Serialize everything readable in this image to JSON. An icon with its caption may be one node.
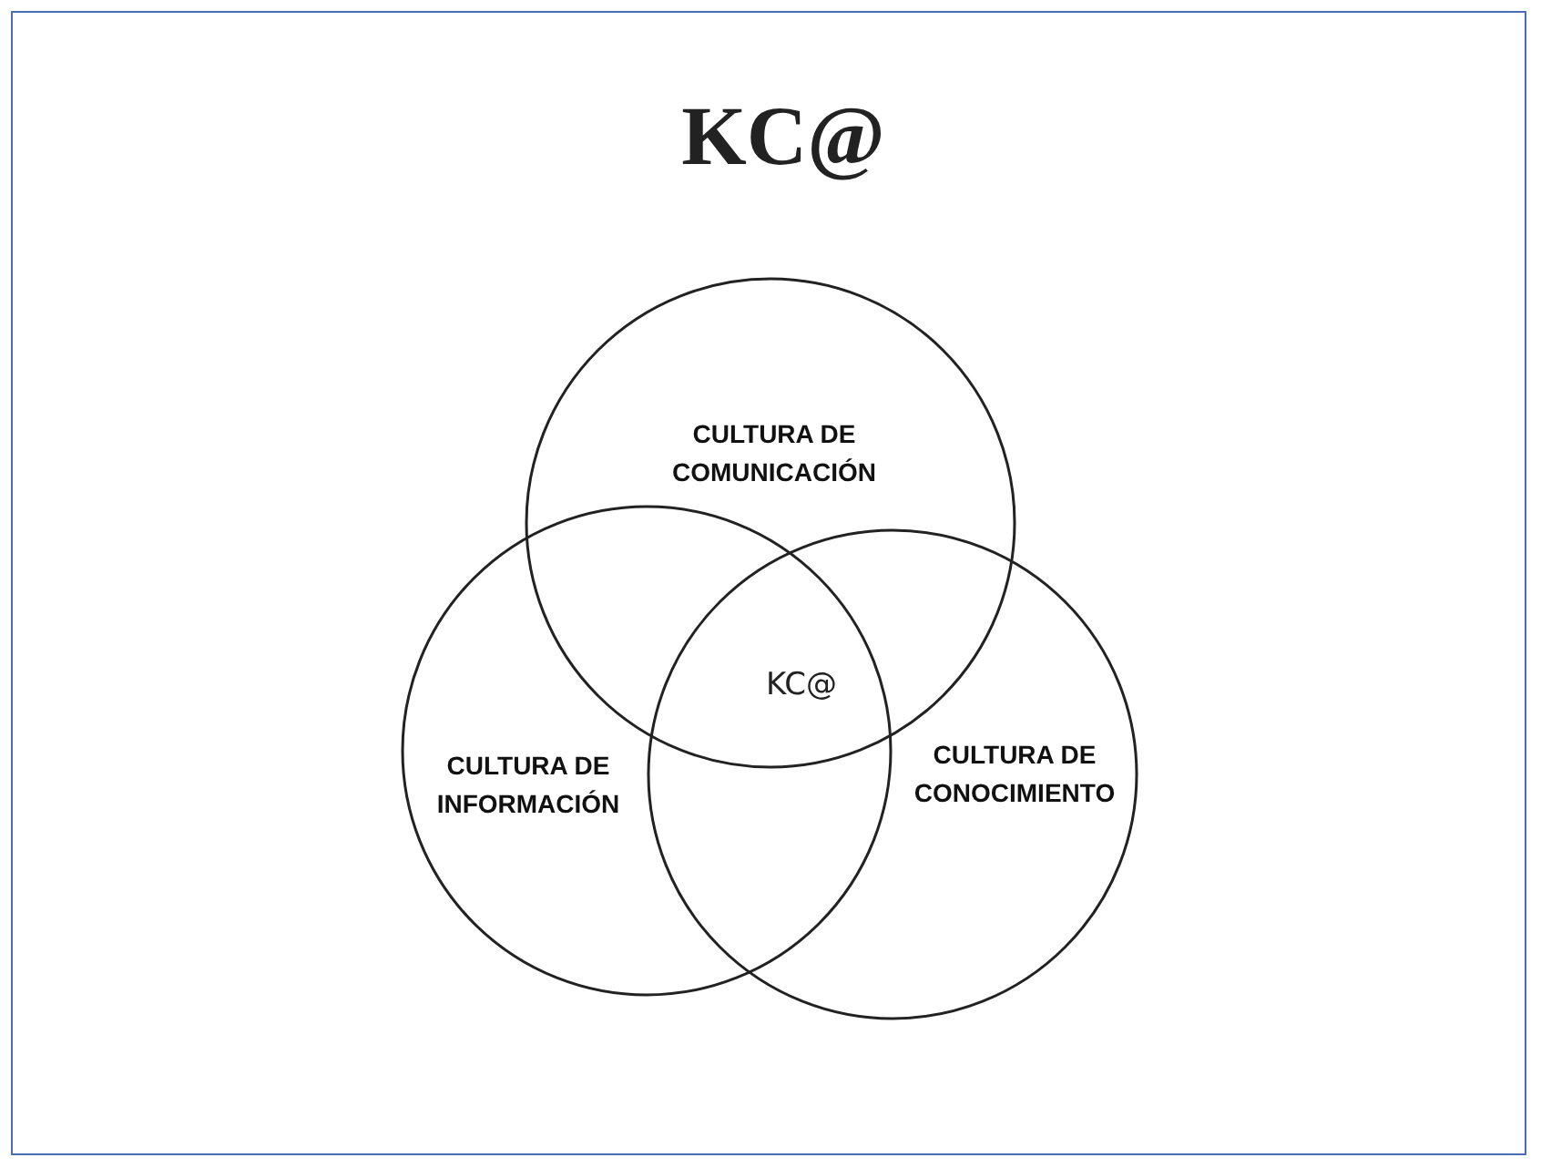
{
  "diagram": {
    "title": "KC@",
    "nodes": [
      {
        "text": [
          "CULTURA DE COMUNICACIÓN"
        ]
      },
      {
        "text": [
          "CULTURA DE INFORMACIÓN"
        ]
      },
      {
        "text": [
          "CULTURA DE CONOCIMIENTO"
        ]
      }
    ],
    "labels": [
      "KC@"
    ]
  }
}
